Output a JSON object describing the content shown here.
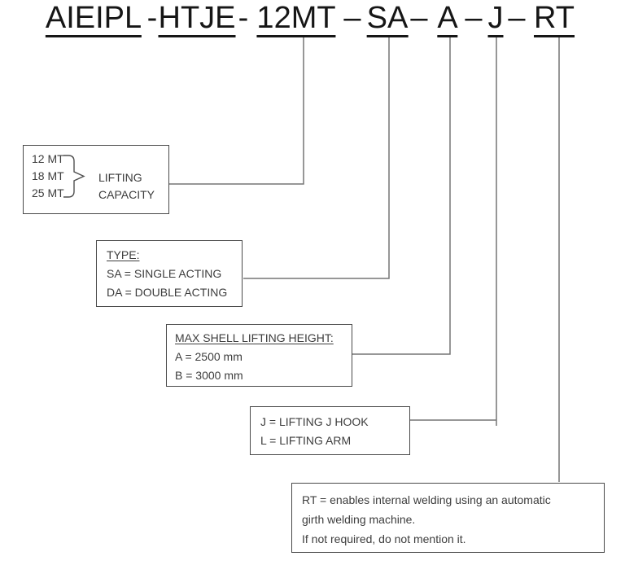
{
  "title": {
    "segments": [
      {
        "text": "AIEIPL",
        "underline": true
      },
      {
        "text": "-",
        "underline": false
      },
      {
        "text": "HTJE",
        "underline": true
      },
      {
        "text": "-",
        "underline": false
      },
      {
        "text": "12MT",
        "underline": true
      },
      {
        "text": "–",
        "underline": false
      },
      {
        "text": "SA",
        "underline": true
      },
      {
        "text": "–",
        "underline": false
      },
      {
        "text": "A",
        "underline": true
      },
      {
        "text": "–",
        "underline": false
      },
      {
        "text": "J",
        "underline": true
      },
      {
        "text": "–",
        "underline": false
      },
      {
        "text": "RT",
        "underline": true
      }
    ]
  },
  "boxes": {
    "capacity": {
      "values": [
        "12 MT",
        "18 MT",
        "25 MT"
      ],
      "label_line1": "LIFTING",
      "label_line2": "CAPACITY"
    },
    "type": {
      "heading": "TYPE:",
      "lines": [
        "SA = SINGLE ACTING",
        "DA = DOUBLE ACTING"
      ]
    },
    "height": {
      "heading": "MAX SHELL LIFTING HEIGHT:",
      "lines": [
        "A = 2500 mm",
        "B = 3000 mm"
      ]
    },
    "hook": {
      "lines": [
        "J = LIFTING J HOOK",
        "L = LIFTING ARM"
      ]
    },
    "rt": {
      "lines": [
        "RT = enables internal welding using an automatic",
        "girth welding machine.",
        "If not required, do not mention it."
      ]
    }
  },
  "colors": {
    "title_text": "#161616",
    "box_text": "#3d3d3d",
    "box_border": "#4a4a4a",
    "connector_line": "#757575",
    "background": "#ffffff"
  }
}
